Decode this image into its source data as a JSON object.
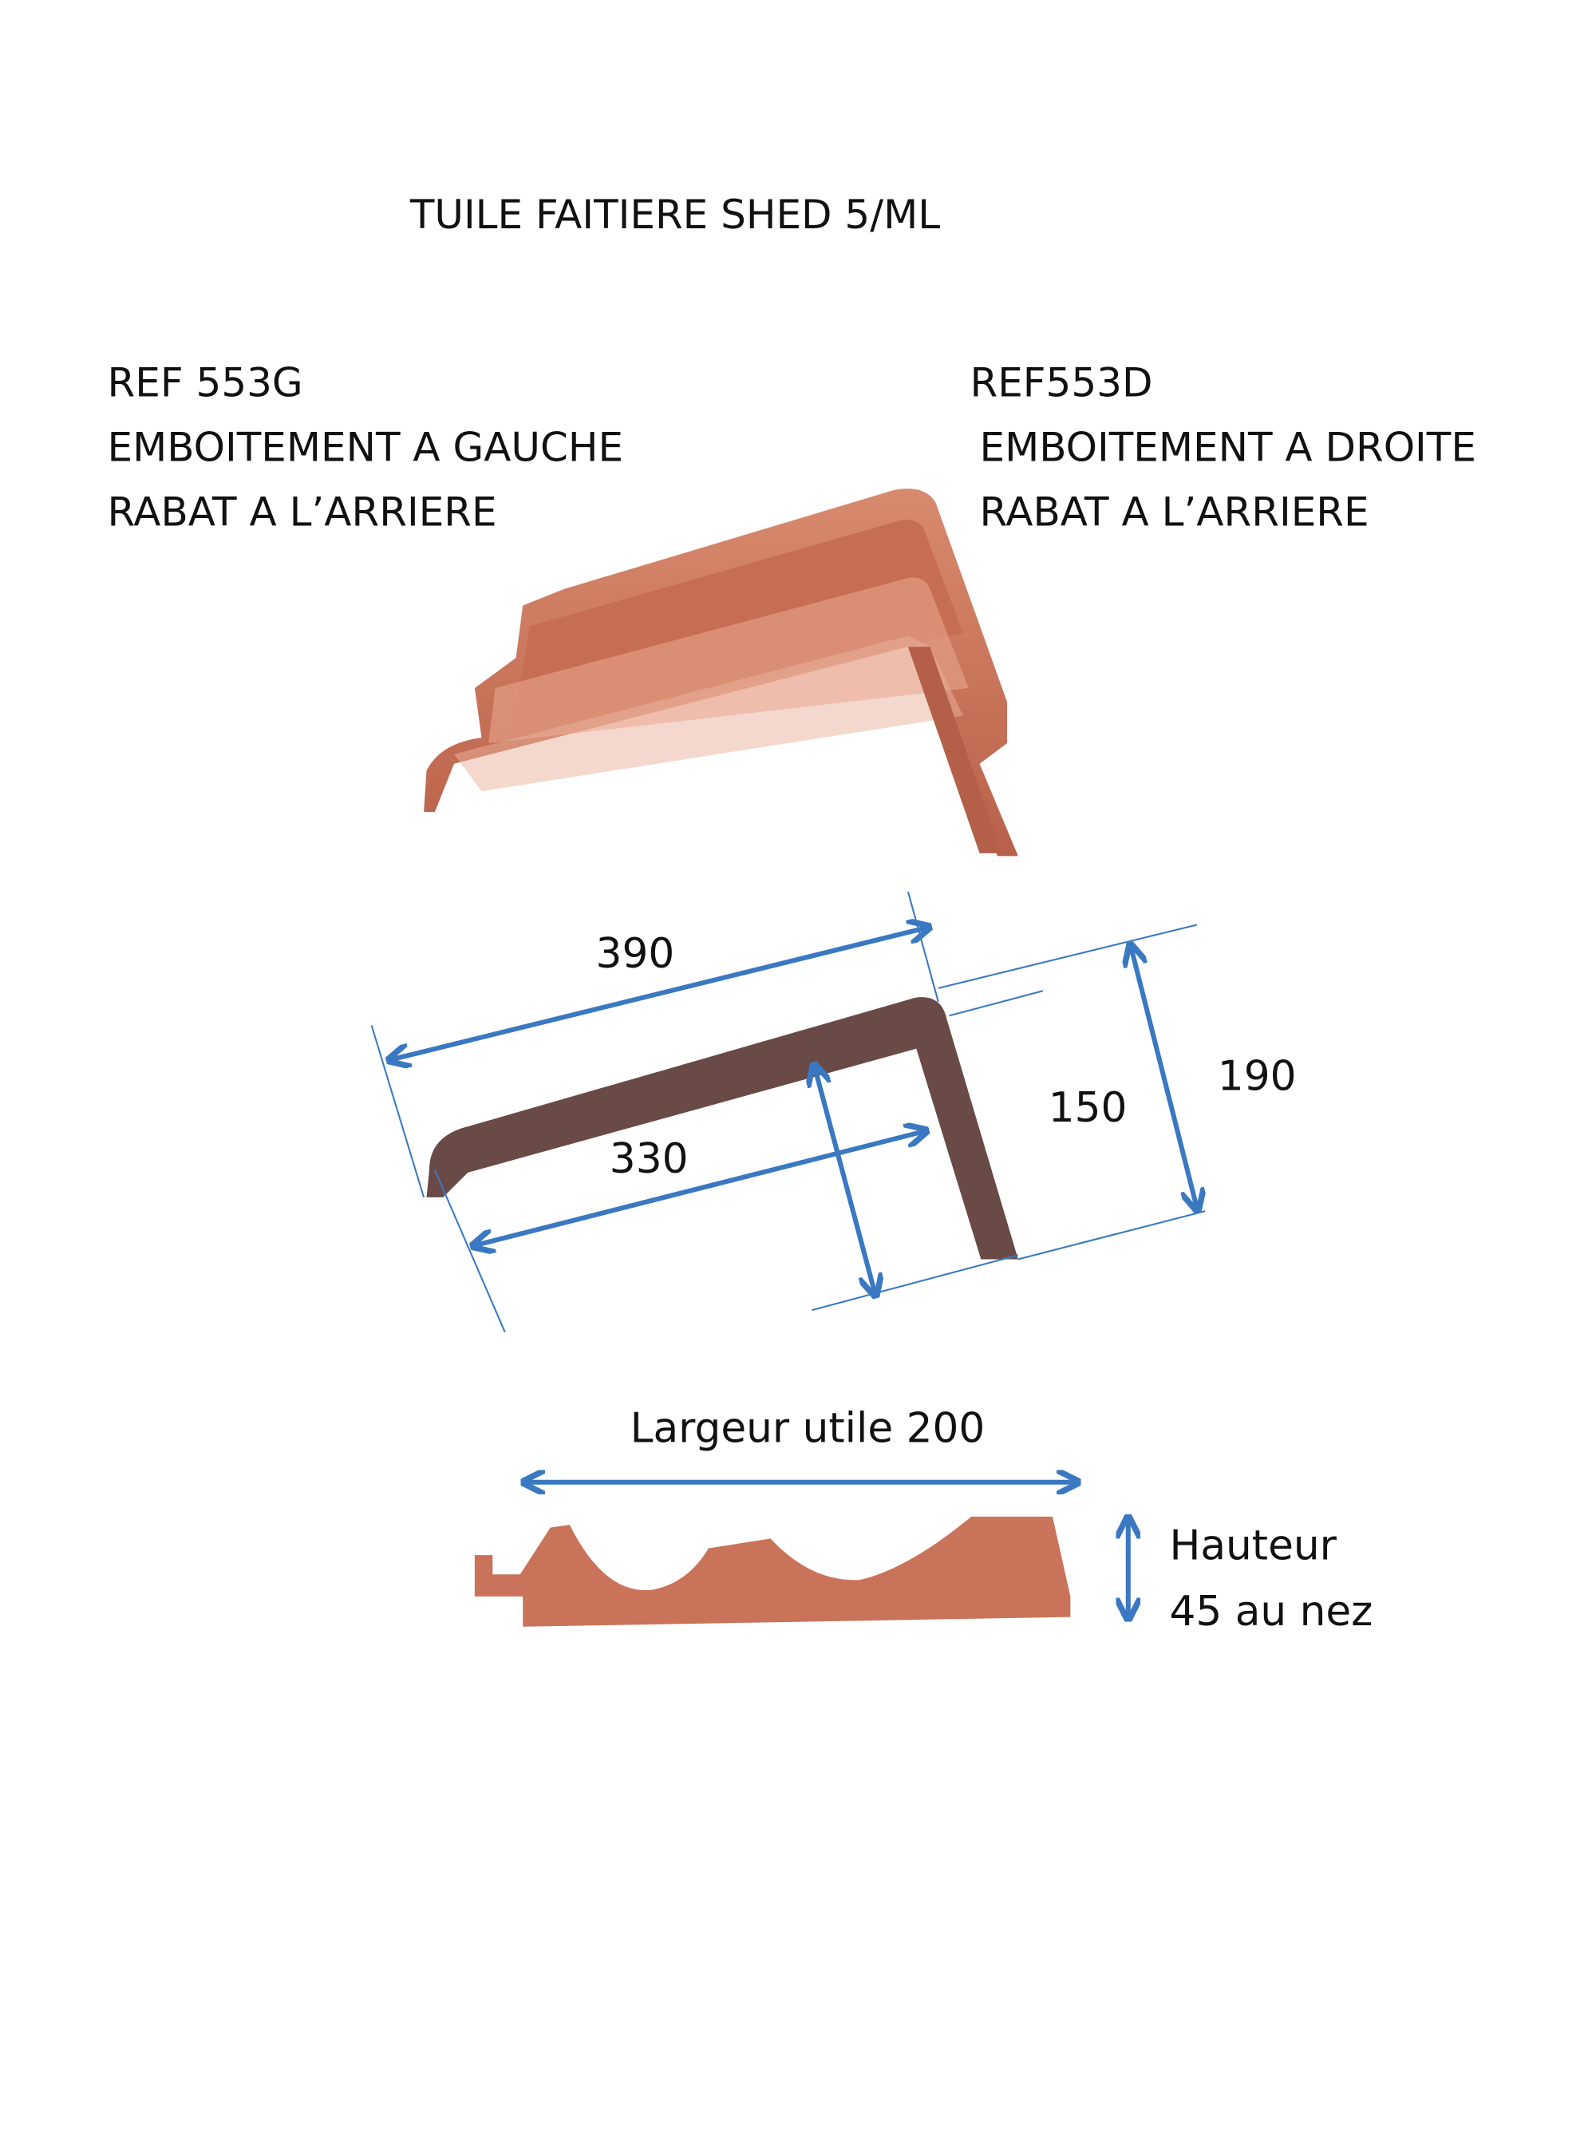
{
  "title": "TUILE FAITIERE SHED  5/ML",
  "left": {
    "ref": "REF 553G",
    "line1": "EMBOITEMENT A  GAUCHE",
    "line2": "RABAT A L’ARRIERE"
  },
  "right": {
    "ref": "REF553D",
    "line1": "EMBOITEMENT A DROITE",
    "line2": "RABAT A L’ARRIERE"
  },
  "dimensions": {
    "d390": "390",
    "d330": "330",
    "d150": "150",
    "d190": "190",
    "width_label": "Largeur utile 200",
    "height_line1": "Hauteur",
    "height_line2": "45 au nez"
  },
  "colors": {
    "tile": "#c9735a",
    "profile": "#6a4a46",
    "dimension": "#3a78c2"
  }
}
